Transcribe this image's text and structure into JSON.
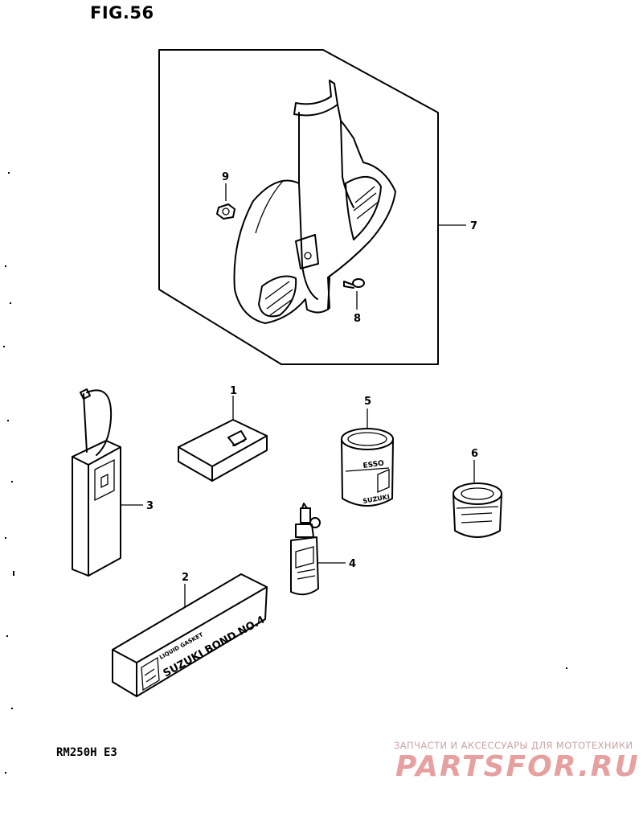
{
  "figure": {
    "title": "FIG.56"
  },
  "model": {
    "code": "RM250H E3"
  },
  "watermark": {
    "subtitle": "ЗАПЧАСТИ И АКСЕССУАРЫ ДЛЯ МОТОТЕХНИКИ",
    "brand": "PARTSFOR.RU"
  },
  "callouts": [
    {
      "id": "1",
      "label": "1"
    },
    {
      "id": "2",
      "label": "2"
    },
    {
      "id": "3",
      "label": "3"
    },
    {
      "id": "4",
      "label": "4"
    },
    {
      "id": "5",
      "label": "5"
    },
    {
      "id": "6",
      "label": "6"
    },
    {
      "id": "7",
      "label": "7"
    },
    {
      "id": "8",
      "label": "8"
    },
    {
      "id": "9",
      "label": "9"
    }
  ],
  "part_labels": {
    "bond_tube": "SUZUKI BOND NO.4",
    "bond_small": "LIQUID GASKET",
    "can_large": "SUZUKI",
    "can_large_text": "ESSO"
  }
}
